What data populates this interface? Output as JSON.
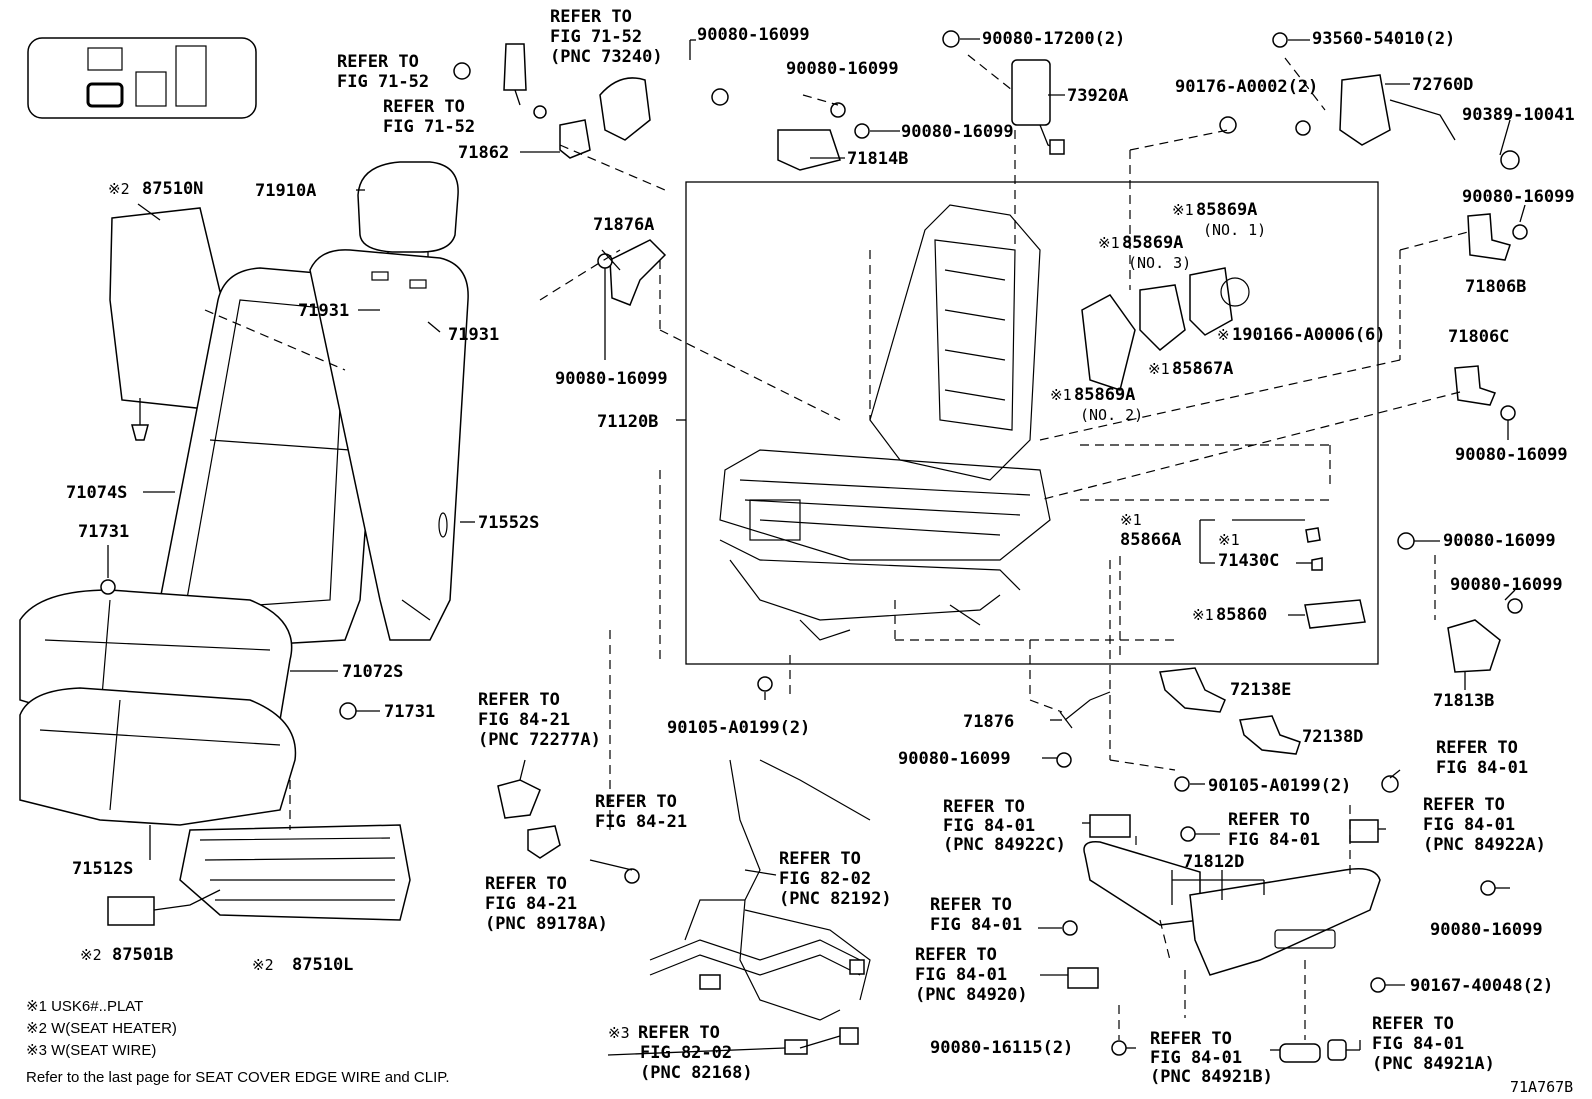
{
  "labels": {
    "l_refer_71_52_a": "REFER TO",
    "l_fig_71_52_a": "FIG 71-52",
    "l_refer_71_52_b": "REFER TO",
    "l_fig_71_52_b": "FIG 71-52",
    "l_refer_73240": "REFER TO",
    "l_fig_73240": "FIG 71-52",
    "l_pnc_73240": "(PNC 73240)",
    "l_71862": "71862",
    "l_90080_16099_top": "90080-16099",
    "l_90080_16099_b": "90080-16099",
    "l_90080_16099_c": "90080-16099",
    "l_71814B": "71814B",
    "l_90080_17200": "90080-17200(2)",
    "l_73920A": "73920A",
    "l_93560": "93560-54010(2)",
    "l_72760D": "72760D",
    "l_90176": "90176-A0002(2)",
    "l_90389": "90389-10041",
    "l_90080_16099_r1": "90080-16099",
    "l_71806B": "71806B",
    "l_71806C": "71806C",
    "l_90080_16099_r2": "90080-16099",
    "l_87510N": "87510N",
    "l_71910A": "71910A",
    "l_71931_a": "71931",
    "l_71931_b": "71931",
    "l_71876A": "71876A",
    "l_90080_16099_m": "90080-16099",
    "l_71120B": "71120B",
    "l_85869A_1": "85869A",
    "l_no1": "(NO. 1)",
    "l_85869A_3": "85869A",
    "l_no3": "(NO. 3)",
    "l_190166": "190166-A0006(6)",
    "l_85867A": "85867A",
    "l_85869A_2": "85869A",
    "l_no2": "(NO. 2)",
    "l_71074S": "71074S",
    "l_71552S": "71552S",
    "l_71731_a": "71731",
    "l_71731_b": "71731",
    "l_71072S": "71072S",
    "l_71512S": "71512S",
    "l_85866A": "85866A",
    "l_71430C": "71430C",
    "l_85860": "85860",
    "l_90080_16099_r3": "90080-16099",
    "l_90080_16099_r4": "90080-16099",
    "l_71813B": "71813B",
    "l_90105_a": "90105-A0199(2)",
    "l_refer_72277": "REFER TO",
    "l_fig_72277": "FIG 84-21",
    "l_pnc_72277": "(PNC 72277A)",
    "l_refer_84_21": "REFER TO",
    "l_fig_84_21": "FIG 84-21",
    "l_refer_89178": "REFER TO",
    "l_fig_89178": "FIG 84-21",
    "l_pnc_89178": "(PNC 89178A)",
    "l_refer_82192": "REFER TO",
    "l_fig_82192": "FIG 82-02",
    "l_pnc_82192": "(PNC 82192)",
    "l_refer_82168": "REFER TO",
    "l_fig_82168": "FIG 82-02",
    "l_pnc_82168": "(PNC 82168)",
    "l_87501B": "87501B",
    "l_87510L": "87510L",
    "l_72138E": "72138E",
    "l_72138D": "72138D",
    "l_71876": "71876",
    "l_90080_16099_bm": "90080-16099",
    "l_90105_b": "90105-A0199(2)",
    "l_refer_84922C": "REFER TO",
    "l_fig_84922C": "FIG 84-01",
    "l_pnc_84922C": "(PNC 84922C)",
    "l_refer_84_01_a": "REFER TO",
    "l_fig_84_01_a": "FIG 84-01",
    "l_refer_84_01_r": "REFER TO",
    "l_fig_84_01_r": "FIG 84-01",
    "l_refer_84922A": "REFER TO",
    "l_fig_84922A": "FIG 84-01",
    "l_pnc_84922A": "(PNC 84922A)",
    "l_71812D": "71812D",
    "l_refer_84_01_b": "REFER TO",
    "l_fig_84_01_b": "FIG 84-01",
    "l_refer_84920": "REFER TO",
    "l_fig_84920": "FIG 84-01",
    "l_pnc_84920": "(PNC 84920)",
    "l_90080_16099_br": "90080-16099",
    "l_90167": "90167-40048(2)",
    "l_90080_16115": "90080-16115(2)",
    "l_refer_84921B": "REFER TO",
    "l_fig_84921B": "FIG 84-01",
    "l_pnc_84921B": "(PNC 84921B)",
    "l_refer_84921A": "REFER TO",
    "l_fig_84921A": "FIG 84-01",
    "l_pnc_84921A": "(PNC 84921A)",
    "l_ref_code": "71A767B"
  },
  "marks": {
    "m_87510N": "※2",
    "m_85869A_1": "※1",
    "m_85869A_3": "※1",
    "m_190166": "※",
    "m_85867A": "※1",
    "m_85869A_2": "※1",
    "m_85866A": "※1",
    "m_71430C": "※1",
    "m_85860": "※1",
    "m_87501B": "※2",
    "m_87510L": "※2",
    "m_82168": "※3"
  },
  "notes": {
    "n1": "※1 USK6#..PLAT",
    "n2": "※2 W(SEAT HEATER)",
    "n3": "※3 W(SEAT WIRE)",
    "n4": "Refer to the last page for SEAT COVER EDGE WIRE and CLIP."
  }
}
